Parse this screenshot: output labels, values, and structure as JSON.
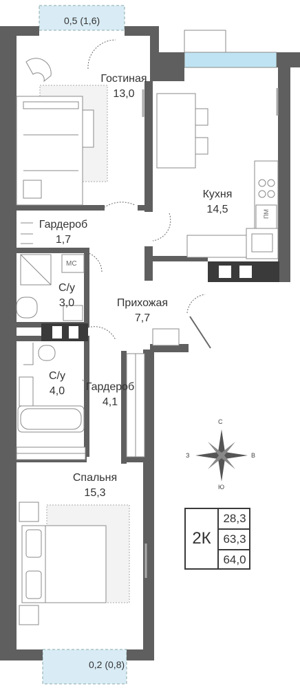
{
  "balcony_top": "0,5 (1,6)",
  "balcony_bottom": "0,2 (0,8)",
  "rooms": [
    {
      "name": "Гостиная",
      "area": "13,0"
    },
    {
      "name": "Кухня",
      "area": "14,5"
    },
    {
      "name": "Гардероб",
      "area": "1,7"
    },
    {
      "name": "С/у",
      "area": "3,0"
    },
    {
      "name": "Прихожая",
      "area": "7,7"
    },
    {
      "name": "С/у",
      "area": "4,0"
    },
    {
      "name": "Гардероб",
      "area": "4,1"
    },
    {
      "name": "Спальня",
      "area": "15,3"
    }
  ],
  "fixtures": {
    "washer": "МС",
    "fridge": "ПМ"
  },
  "summary": {
    "type": "2К",
    "living_area": "28,3",
    "total_area": "63,3",
    "total_with_balcony": "64,0"
  },
  "compass": {
    "north": "С",
    "south": "Ю",
    "west": "З",
    "east": "В"
  },
  "colors": {
    "wall": "#5f5f5f",
    "wall_dark": "#3a3a3a",
    "balcony": "#d9ecf5",
    "glass": "#bfe3f2",
    "furniture": "#888888",
    "rug": "#f3f3f3"
  }
}
